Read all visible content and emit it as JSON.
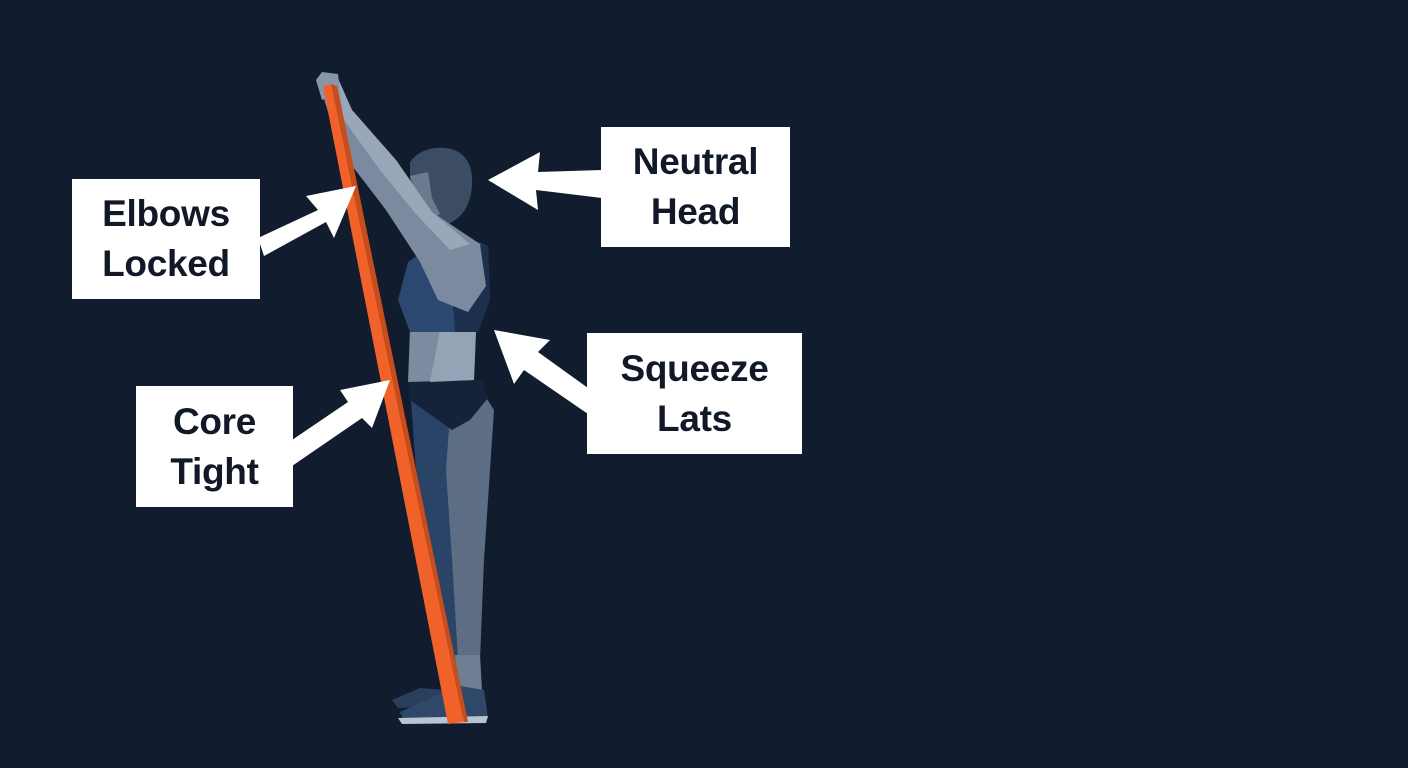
{
  "figure": {
    "subject": "standing figure performing overhead band pull with straight arms",
    "background_color": "#111c2e",
    "band_color": "#f0622a",
    "label_background": "#ffffff",
    "label_text_color": "#111827"
  },
  "labels": [
    {
      "id": "elbows",
      "line1": "Elbows",
      "line2": "Locked"
    },
    {
      "id": "head",
      "line1": "Neutral",
      "line2": "Head"
    },
    {
      "id": "lats",
      "line1": "Squeeze",
      "line2": "Lats"
    },
    {
      "id": "core",
      "line1": "Core",
      "line2": "Tight"
    }
  ]
}
